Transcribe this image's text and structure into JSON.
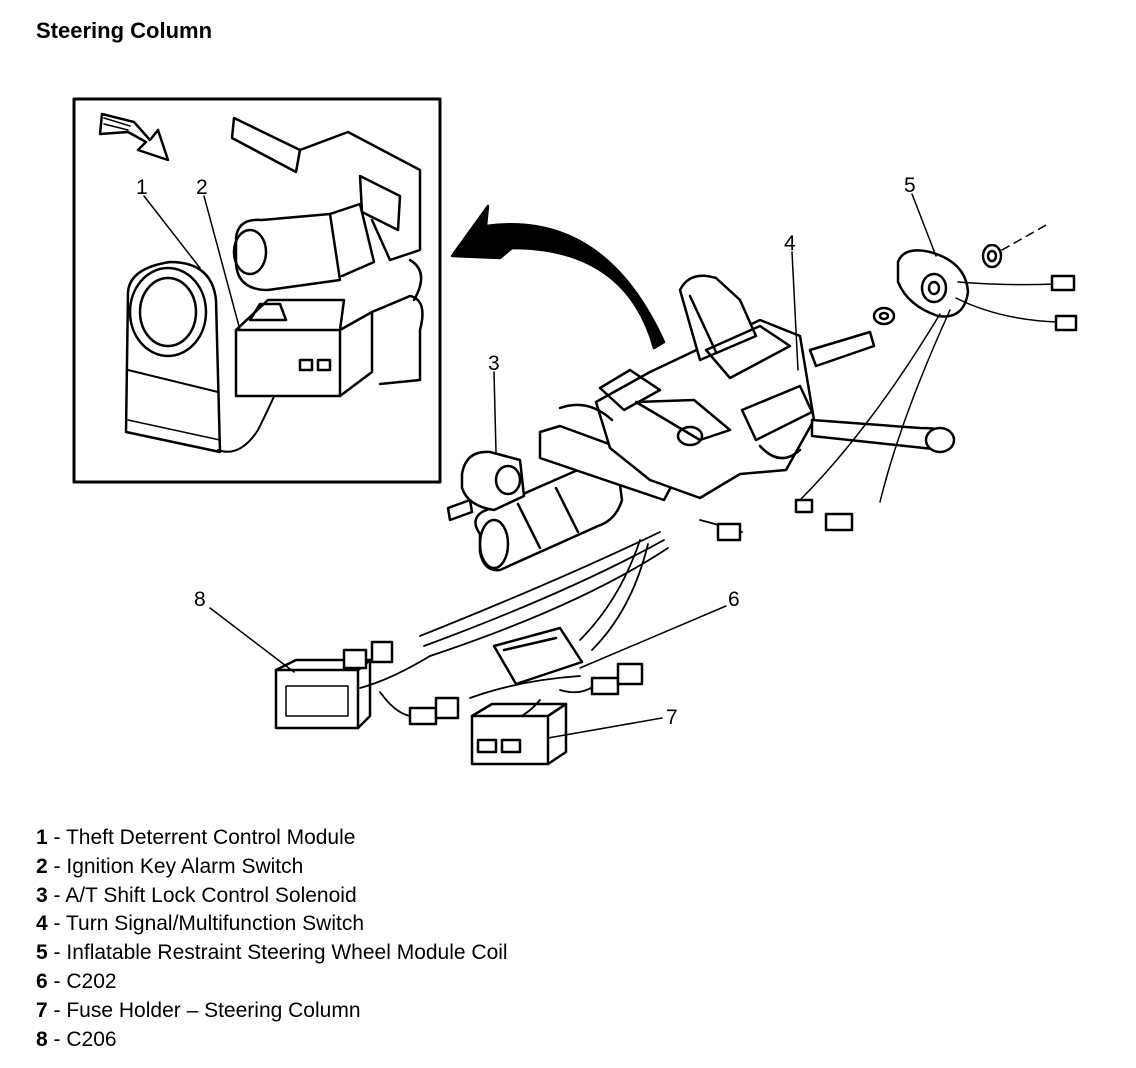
{
  "title": "Steering Column",
  "callouts": [
    "1",
    "2",
    "3",
    "4",
    "5",
    "6",
    "7",
    "8"
  ],
  "legend": [
    {
      "num": "1",
      "sep": " - ",
      "text": "Theft Deterrent Control Module"
    },
    {
      "num": "2",
      "sep": " - ",
      "text": "Ignition Key Alarm Switch"
    },
    {
      "num": "3",
      "sep": " - ",
      "text": "A/T Shift Lock Control Solenoid"
    },
    {
      "num": "4",
      "sep": " - ",
      "text": "Turn Signal/Multifunction Switch"
    },
    {
      "num": "5",
      "sep": " - ",
      "text": "Inflatable Restraint Steering Wheel Module Coil"
    },
    {
      "num": "6",
      "sep": " - ",
      "text": "C202"
    },
    {
      "num": "7",
      "sep": " - ",
      "text": "Fuse Holder – Steering Column"
    },
    {
      "num": "8",
      "sep": " - ",
      "text": "C206"
    }
  ]
}
